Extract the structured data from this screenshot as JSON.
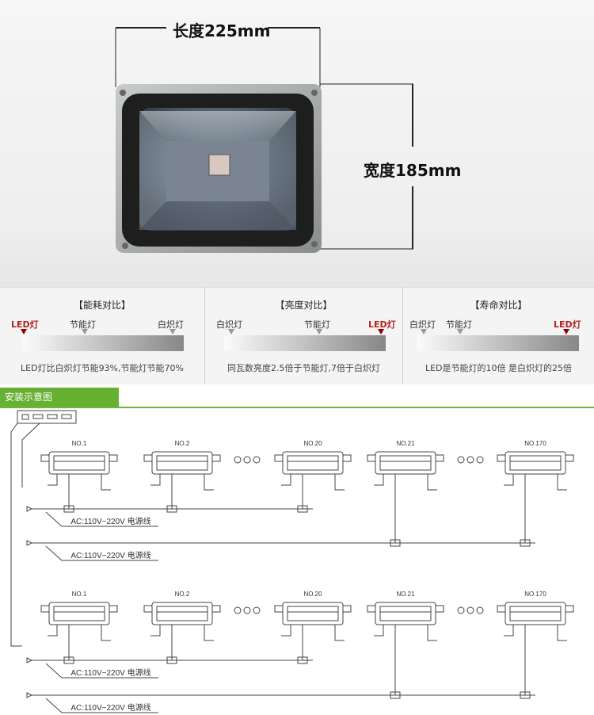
{
  "dimensions": {
    "length": "长度225mm",
    "width": "宽度185mm"
  },
  "comparisons": [
    {
      "title": "【能耗对比】",
      "labels": [
        "LED灯",
        "节能灯",
        "白炽灯"
      ],
      "highlight": "LED灯",
      "note": "LED灯比白炽灯节能93%,节能灯节能70%"
    },
    {
      "title": "【亮度对比】",
      "labels": [
        "白炽灯",
        "节能灯",
        "LED灯"
      ],
      "highlight": "LED灯",
      "note": "同瓦数亮度2.5倍于节能灯,7倍于白炽灯"
    },
    {
      "title": "【寿命对比】",
      "labels": [
        "白炽灯",
        "节能灯",
        "LED灯"
      ],
      "highlight": "LED灯",
      "note": "LED是节能灯的10倍 是白炽灯的25倍"
    }
  ],
  "installation": {
    "heading": "安装示意图",
    "units": [
      "NO.1",
      "NO.2",
      "NO.20",
      "NO.21",
      "NO.170"
    ],
    "power_label": "AC:110V~220V  电源线"
  },
  "colors": {
    "accent_green": "#66b032",
    "led_red": "#b22222"
  }
}
